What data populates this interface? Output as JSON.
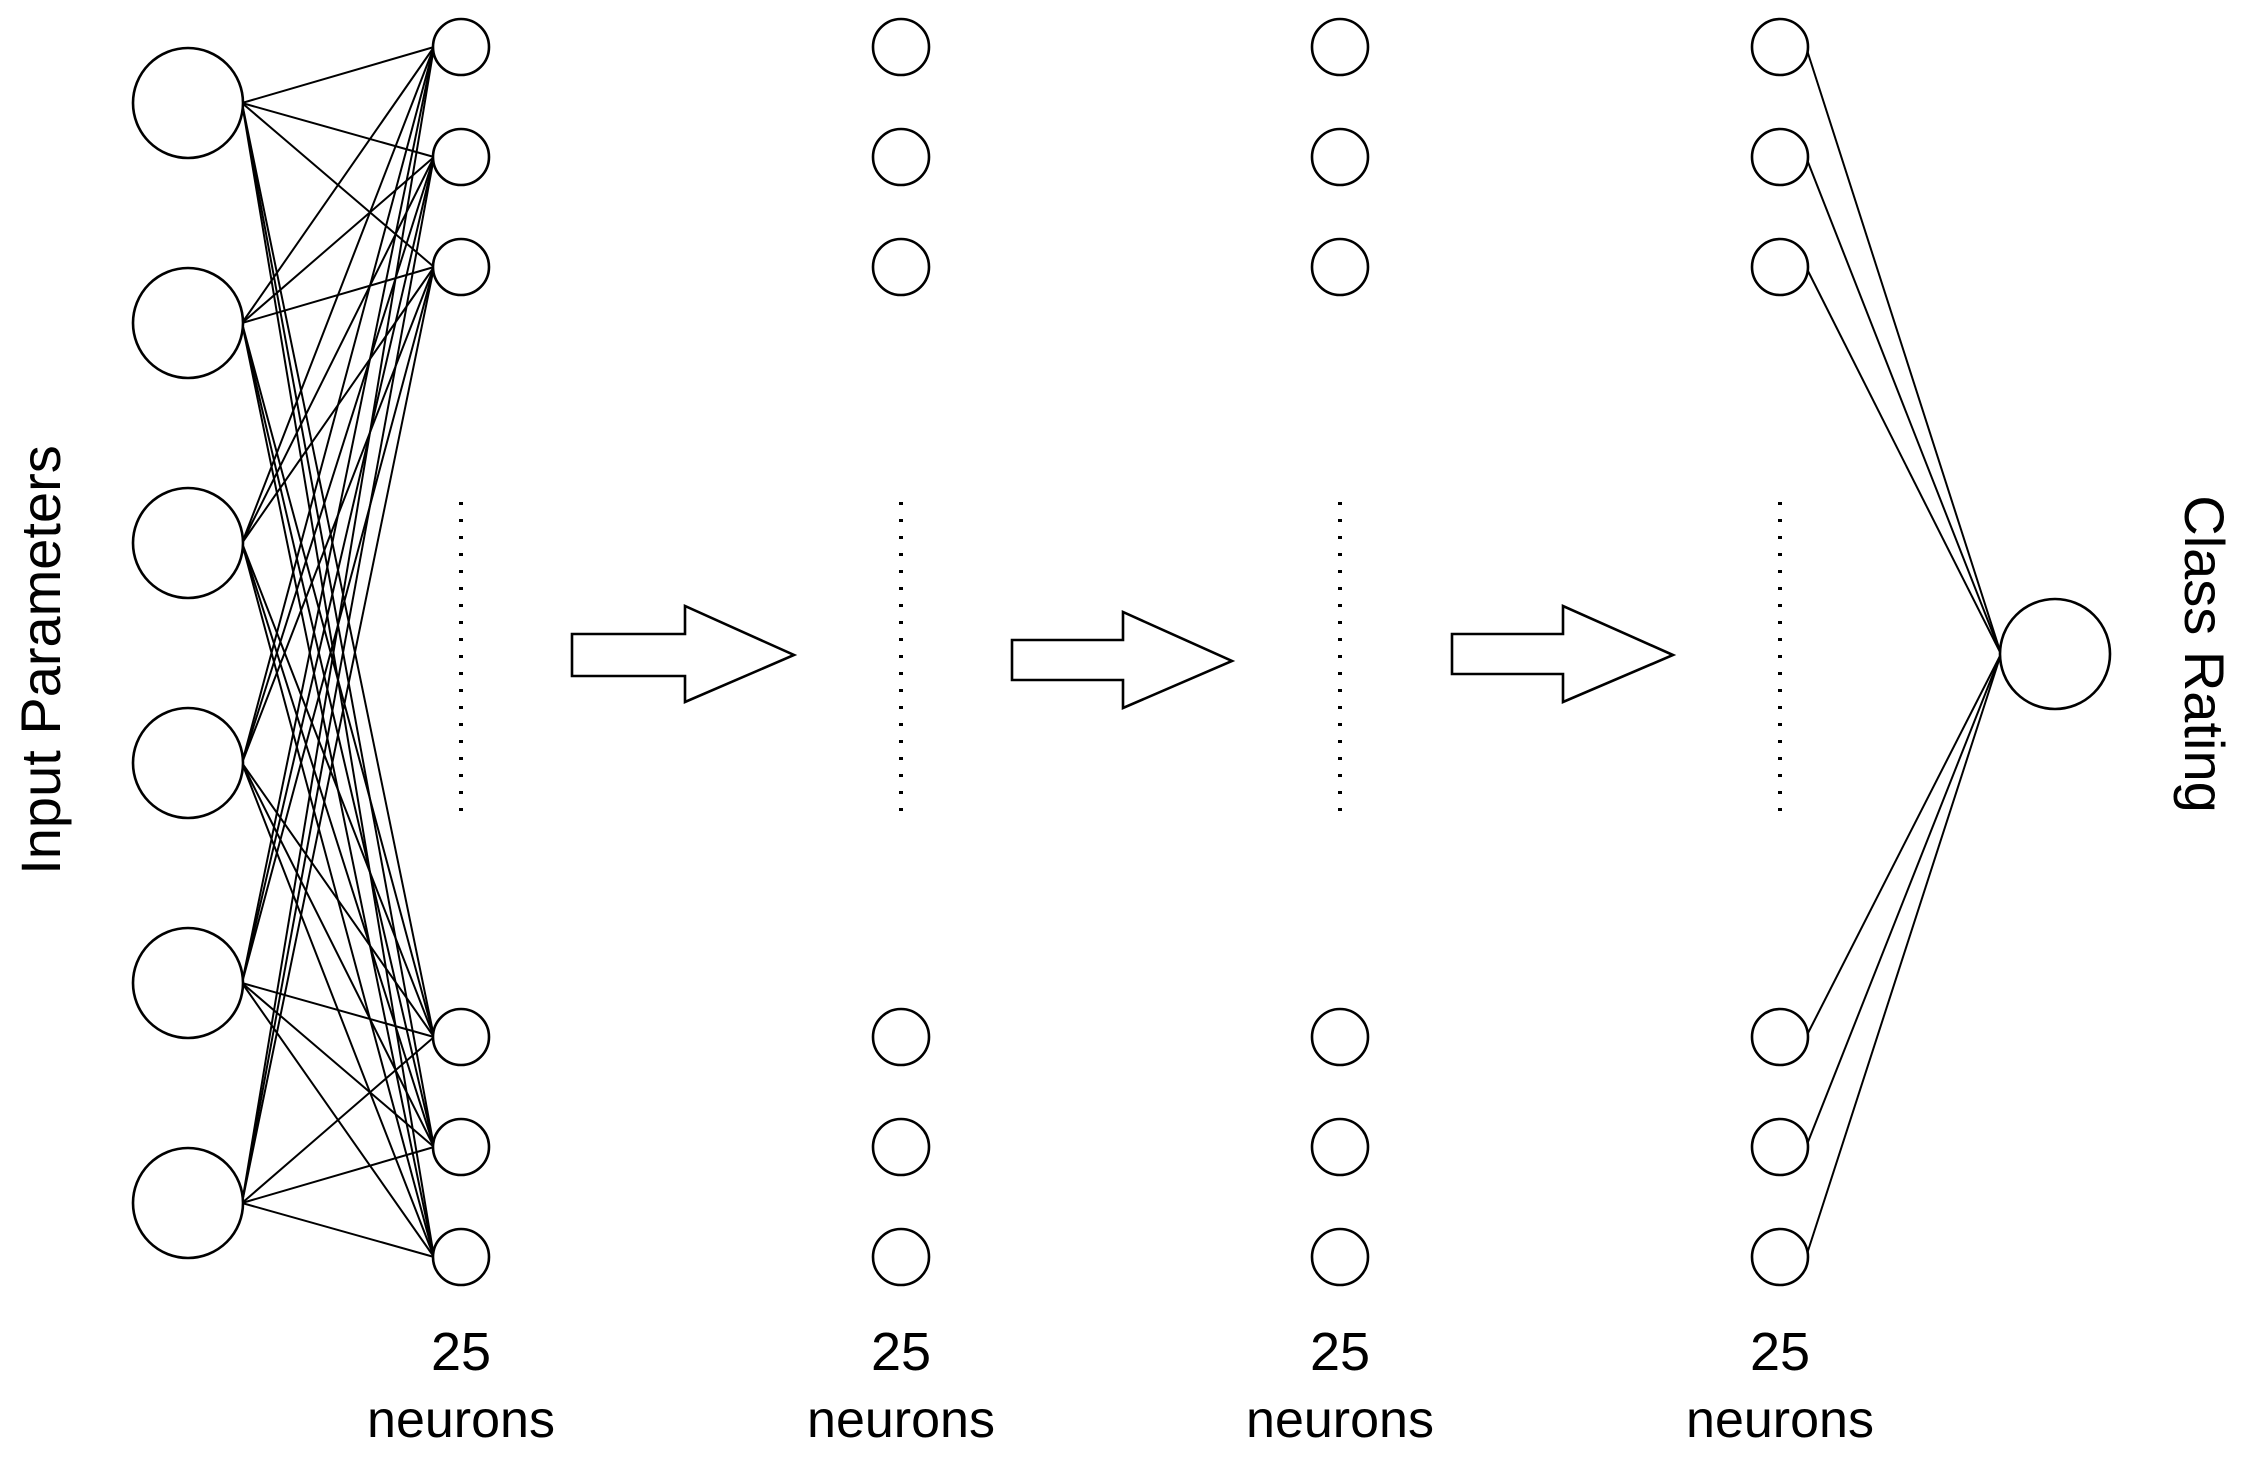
{
  "labels": {
    "input": "Input Parameters",
    "output": "Class Rating"
  },
  "layers": [
    {
      "count": "25",
      "unit": "neurons"
    },
    {
      "count": "25",
      "unit": "neurons"
    },
    {
      "count": "25",
      "unit": "neurons"
    },
    {
      "count": "25",
      "unit": "neurons"
    }
  ],
  "structure": {
    "input_nodes": 6,
    "hidden_layers": 4,
    "visible_nodes_per_hidden_layer": 6,
    "output_nodes": 1
  }
}
